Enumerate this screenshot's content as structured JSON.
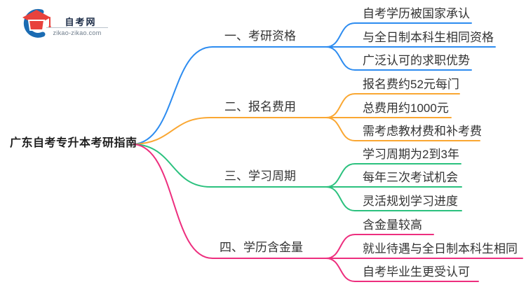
{
  "logo": {
    "site_name": "自考网",
    "site_url": "zikao-zikao.com"
  },
  "root": {
    "label": "广东自考专升本考研指南"
  },
  "branches": [
    {
      "label": "一、考研资格",
      "color": "#2D8CF0",
      "leaves": [
        "自考学历被国家承认",
        "与全日制本科生相同资格",
        "广泛认可的求职优势"
      ]
    },
    {
      "label": "二、报名费用",
      "color": "#FAA732",
      "leaves": [
        "报名费约52元每门",
        "总费用约1000元",
        "需考虑教材费和补考费"
      ]
    },
    {
      "label": "三、学习周期",
      "color": "#2BC17E",
      "leaves": [
        "学习周期为2到3年",
        "每年三次考试机会",
        "灵活规划学习进度"
      ]
    },
    {
      "label": "四、学历含金量",
      "color": "#ED2E7E",
      "leaves": [
        "含金量较高",
        "就业待遇与全日制本科生相同",
        "自考毕业生更受认可"
      ]
    }
  ],
  "colors": {
    "text": "#333333",
    "logo_blue": "#1B6CB3",
    "logo_red": "#E8423D"
  }
}
